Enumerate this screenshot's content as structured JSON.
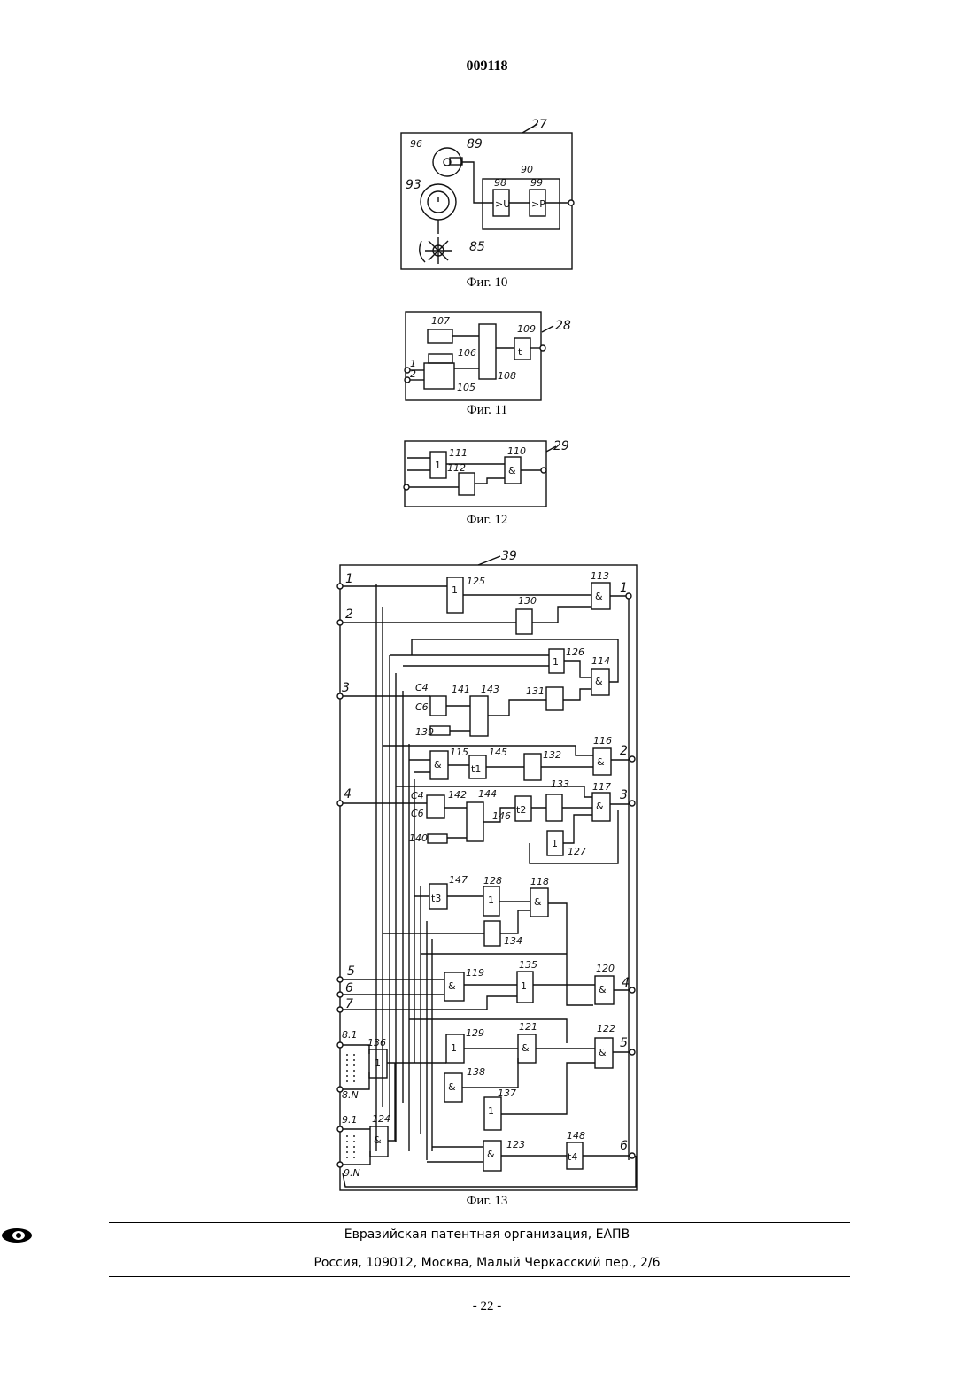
{
  "header": {
    "doc_number": "009118"
  },
  "figures": {
    "fig10": {
      "caption": "Фиг. 10",
      "labels": {
        "block": "27",
        "l96": "96",
        "l89": "89",
        "l90": "90",
        "l93": "93",
        "l98": "98",
        "l99": "99",
        "l85": "85"
      },
      "box_u": ">U",
      "box_p": ">P"
    },
    "fig11": {
      "caption": "Фиг. 11",
      "labels": {
        "block": "28",
        "l107": "107",
        "l109": "109",
        "l106": "106",
        "l105": "105",
        "l108": "108"
      },
      "inputs": [
        "1",
        "2"
      ],
      "timer": "t"
    },
    "fig12": {
      "caption": "Фиг. 12",
      "labels": {
        "block": "29",
        "l111": "111",
        "l112": "112",
        "l110": "110"
      },
      "or_gate": "1",
      "and_gate": "&"
    },
    "fig13": {
      "caption": "Фиг. 13",
      "labels": {
        "block": "39",
        "in1": "1",
        "in2": "2",
        "in3": "3",
        "in4": "4",
        "in5": "5",
        "in6": "6",
        "in7": "7",
        "in81": "8.1",
        "in8N": "8.N",
        "in91": "9.1",
        "in9N": "9.N",
        "out1": "1",
        "out2": "2",
        "out3": "3",
        "out4": "4",
        "out5": "5",
        "out6": "6",
        "l125": "125",
        "l113": "113",
        "l130": "130",
        "l126": "126",
        "l114": "114",
        "l141": "141",
        "l143": "143",
        "l131": "131",
        "l139": "139",
        "l115": "115",
        "l145": "145",
        "l132": "132",
        "l116": "116",
        "l142": "142",
        "l144": "144",
        "l133": "133",
        "l117": "117",
        "l146": "146",
        "l140": "140",
        "l127": "127",
        "l147": "147",
        "l128": "128",
        "l118": "118",
        "l134": "134",
        "l135": "135",
        "l119": "119",
        "l120": "120",
        "l136": "136",
        "l129": "129",
        "l121": "121",
        "l122": "122",
        "l138": "138",
        "l137": "137",
        "l124": "124",
        "l123": "123",
        "l148": "148",
        "c4": "С4",
        "c6": "С6",
        "t1": "t1",
        "t2": "t2",
        "t3": "t3",
        "t4": "t4"
      }
    }
  },
  "footer": {
    "org": "Евразийская патентная организация, ЕАПВ",
    "address": "Россия, 109012, Москва, Малый Черкасский пер., 2/6",
    "page": "- 22 -"
  }
}
